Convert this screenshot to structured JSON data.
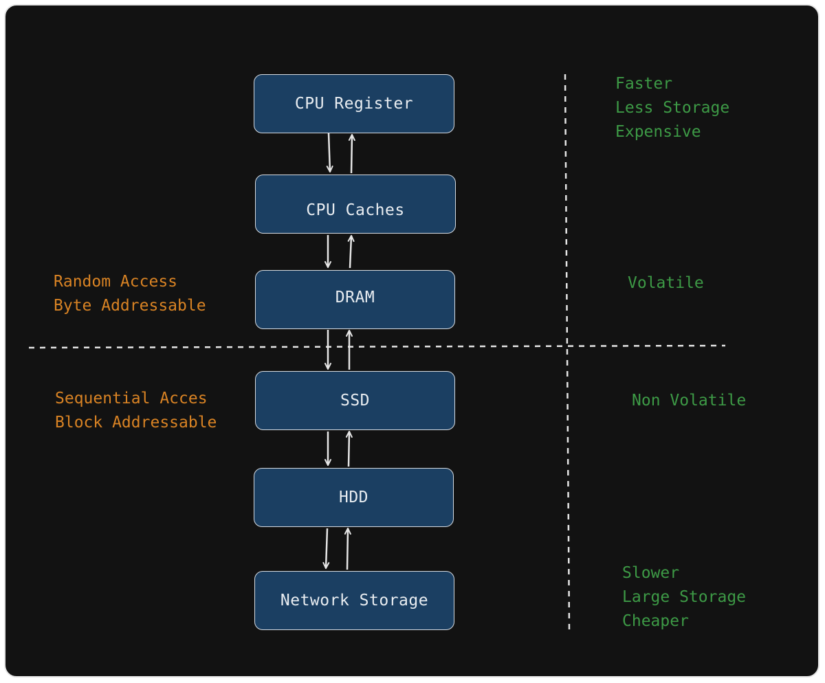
{
  "colors": {
    "background": "#121212",
    "box_fill": "#1b3f62",
    "box_text": "#e9edf1",
    "access_text": "#d98324",
    "property_text": "#3d9a46",
    "lines": "#e6e6e6"
  },
  "hierarchy": [
    {
      "label": "CPU Register"
    },
    {
      "label": "CPU Caches"
    },
    {
      "label": "DRAM"
    },
    {
      "label": "SSD"
    },
    {
      "label": "HDD"
    },
    {
      "label": "Network Storage"
    }
  ],
  "access_notes": {
    "random": [
      "Random Access",
      "Byte Addressable"
    ],
    "sequential": [
      "Sequential Acces",
      "Block Addressable"
    ]
  },
  "property_notes": {
    "top": [
      "Faster",
      "Less Storage",
      "Expensive"
    ],
    "volatile": "Volatile",
    "non_volatile": "Non Volatile",
    "bottom": [
      "Slower",
      "Large Storage",
      "Cheaper"
    ]
  },
  "arrows": [
    {
      "from": "CPU Register",
      "to": "CPU Caches",
      "direction": "bidirectional"
    },
    {
      "from": "CPU Caches",
      "to": "DRAM",
      "direction": "bidirectional"
    },
    {
      "from": "DRAM",
      "to": "SSD",
      "direction": "bidirectional"
    },
    {
      "from": "SSD",
      "to": "HDD",
      "direction": "bidirectional"
    },
    {
      "from": "HDD",
      "to": "Network Storage",
      "direction": "bidirectional"
    }
  ]
}
